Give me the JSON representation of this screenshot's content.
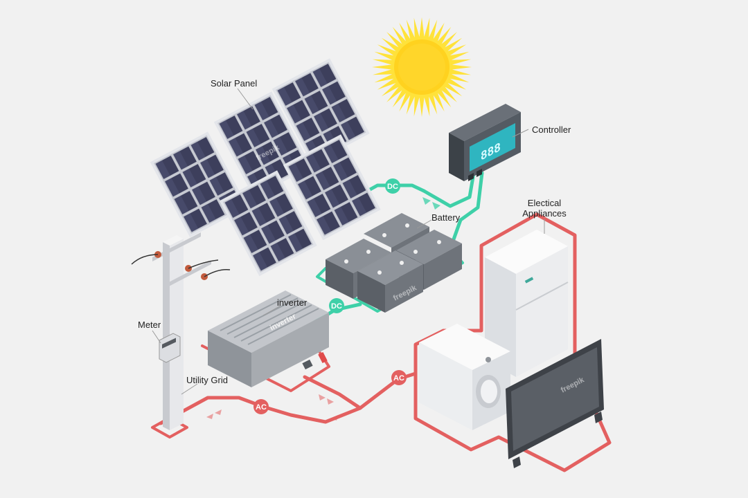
{
  "labels": {
    "solar_panel": "Solar Panel",
    "controller": "Controller",
    "battery": "Battery",
    "appliances_line1": "Electical",
    "appliances_line2": "Appliances",
    "inverter": "inverter",
    "meter": "Meter",
    "utility_grid": "Utility Grid"
  },
  "badges": {
    "dc_top": "DC",
    "dc_bottom": "DC",
    "ac_right": "AC",
    "ac_left": "AC"
  },
  "device_text": {
    "controller_display": "888",
    "inverter_brand": "inverter",
    "watermark": "freepik"
  },
  "colors": {
    "background": "#f1f1f1",
    "dc_line": "#3ed0a8",
    "ac_line": "#e36060",
    "sun": "#ffd21f",
    "panel_cell": "#3d3f5c",
    "panel_frame": "#c9ccd3"
  }
}
